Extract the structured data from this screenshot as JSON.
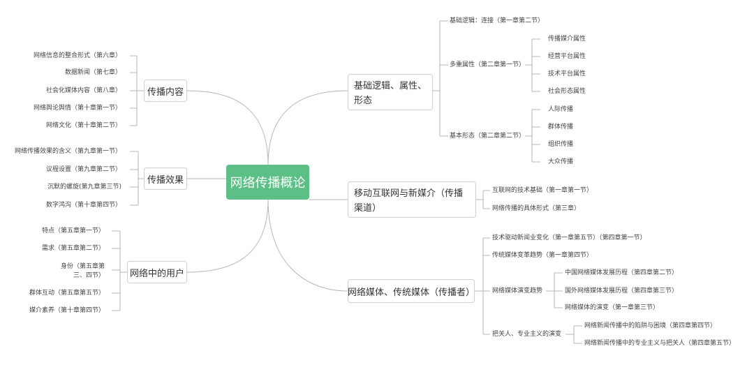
{
  "center": "网络传播概论",
  "left": {
    "content": {
      "label": "传播内容",
      "items": [
        "网络信息的整合形式（第六章）",
        "数据新闻（第七章）",
        "社会化媒体内容（第八章）",
        "网络舆论舆情（第十章第一节）",
        "网络文化（第十章第二节）"
      ]
    },
    "effect": {
      "label": "传播效果",
      "items": [
        "网络传播效果的含义（第九章第一节）",
        "议程设置（第九章第二节）",
        "沉默的螺旋(第九章第三节)",
        "数字鸿沟（第十章第四节）"
      ]
    },
    "users": {
      "label": "网络中的用户",
      "items": [
        "特点（第五章第一节）",
        "需求（第五章第二节）",
        "身份（第五章第三、四节）",
        "群体互动（第五章第五节）",
        "媒介素养（第十章第四节）"
      ]
    }
  },
  "right": {
    "logic": {
      "label": "基础逻辑、属性、形态",
      "sub": {
        "connect": "基础逻辑：连接（第一章第二节）",
        "attr": {
          "label": "多重属性（第二章第一节）",
          "items": [
            "传播媒介属性",
            "经营平台属性",
            "技术平台属性",
            "社会形态属性"
          ]
        },
        "form": {
          "label": "基本形态（第二章第二节）",
          "items": [
            "人际传播",
            "群体传播",
            "组织传播",
            "大众传播"
          ]
        }
      }
    },
    "mobile": {
      "label": "移动互联网与新媒介（传播渠道）",
      "items": [
        "互联网的技术基础（第一章第一节）",
        "网络传播的具体形式（第三章）"
      ]
    },
    "media": {
      "label": "网络媒体、传统媒体（传播者）",
      "sub": {
        "tech": "技术驱动新闻业变化（第一章第五节）（第四章第一节）",
        "trad": "传统媒体变革趋势（第一章第四节）",
        "evo": {
          "label": "网络媒体演变趋势",
          "items": [
            "中国网络媒体发展历程（第四章第二节）",
            "国外网络媒体发展历程（第四章第三节）",
            "网络媒体的演变（第一章第三节）"
          ]
        },
        "gate": {
          "label": "把关人、专业主义的演变",
          "items": [
            "网络新闻传播中的陷阱与困境（第四章第四节）",
            "网络新闻传播中的专业主义与把关人（第四章第五节）"
          ]
        }
      }
    }
  }
}
